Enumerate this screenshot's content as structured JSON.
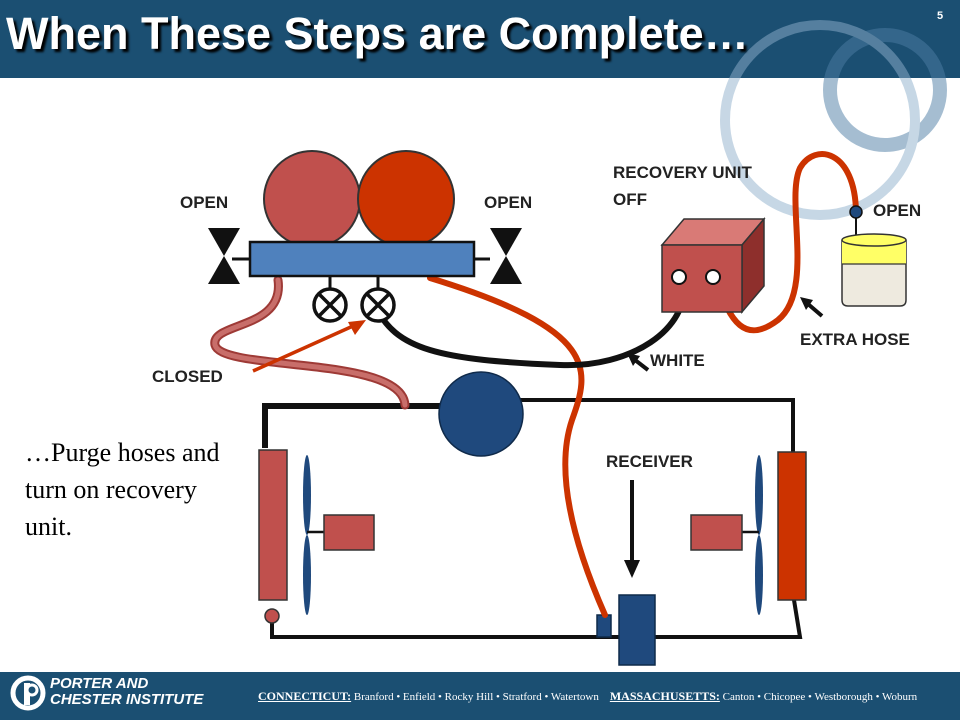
{
  "slide": {
    "title": "When These Steps are Complete…",
    "number": "5"
  },
  "labels": {
    "open_left": "OPEN",
    "open_right": "OPEN",
    "recovery_unit_line1": "RECOVERY UNIT",
    "recovery_unit_line2": "OFF",
    "open_cylinder": "OPEN",
    "extra_hose": "EXTRA HOSE",
    "white": "WHITE",
    "closed": "CLOSED",
    "receiver": "RECEIVER"
  },
  "body_text": "…Purge hoses and turn on recovery unit.",
  "footer": {
    "logo_line1": "PORTER AND",
    "logo_line2": "CHESTER INSTITUTE",
    "ct_label": "CONNECTICUT:",
    "ct_towns": "Branford • Enfield • Rocky Hill • Stratford • Watertown",
    "ma_label": "MASSACHUSETTS:",
    "ma_towns": "Canton • Chicopee • Westborough • Woburn"
  },
  "icons": {
    "logo": "porter-chester-logo",
    "hand_valve": "valve-icon",
    "gauge_valve": "x-valve-icon"
  },
  "colors": {
    "header_blue": "#1b4f72",
    "gauge_low": "#c0504d",
    "gauge_high": "#cc3300",
    "manifold": "#4f81bd",
    "hose_red": "#cc3300",
    "hose_pink": "#c0504d",
    "component_blue": "#1f497d",
    "cylinder_yellow": "#ffff66"
  }
}
